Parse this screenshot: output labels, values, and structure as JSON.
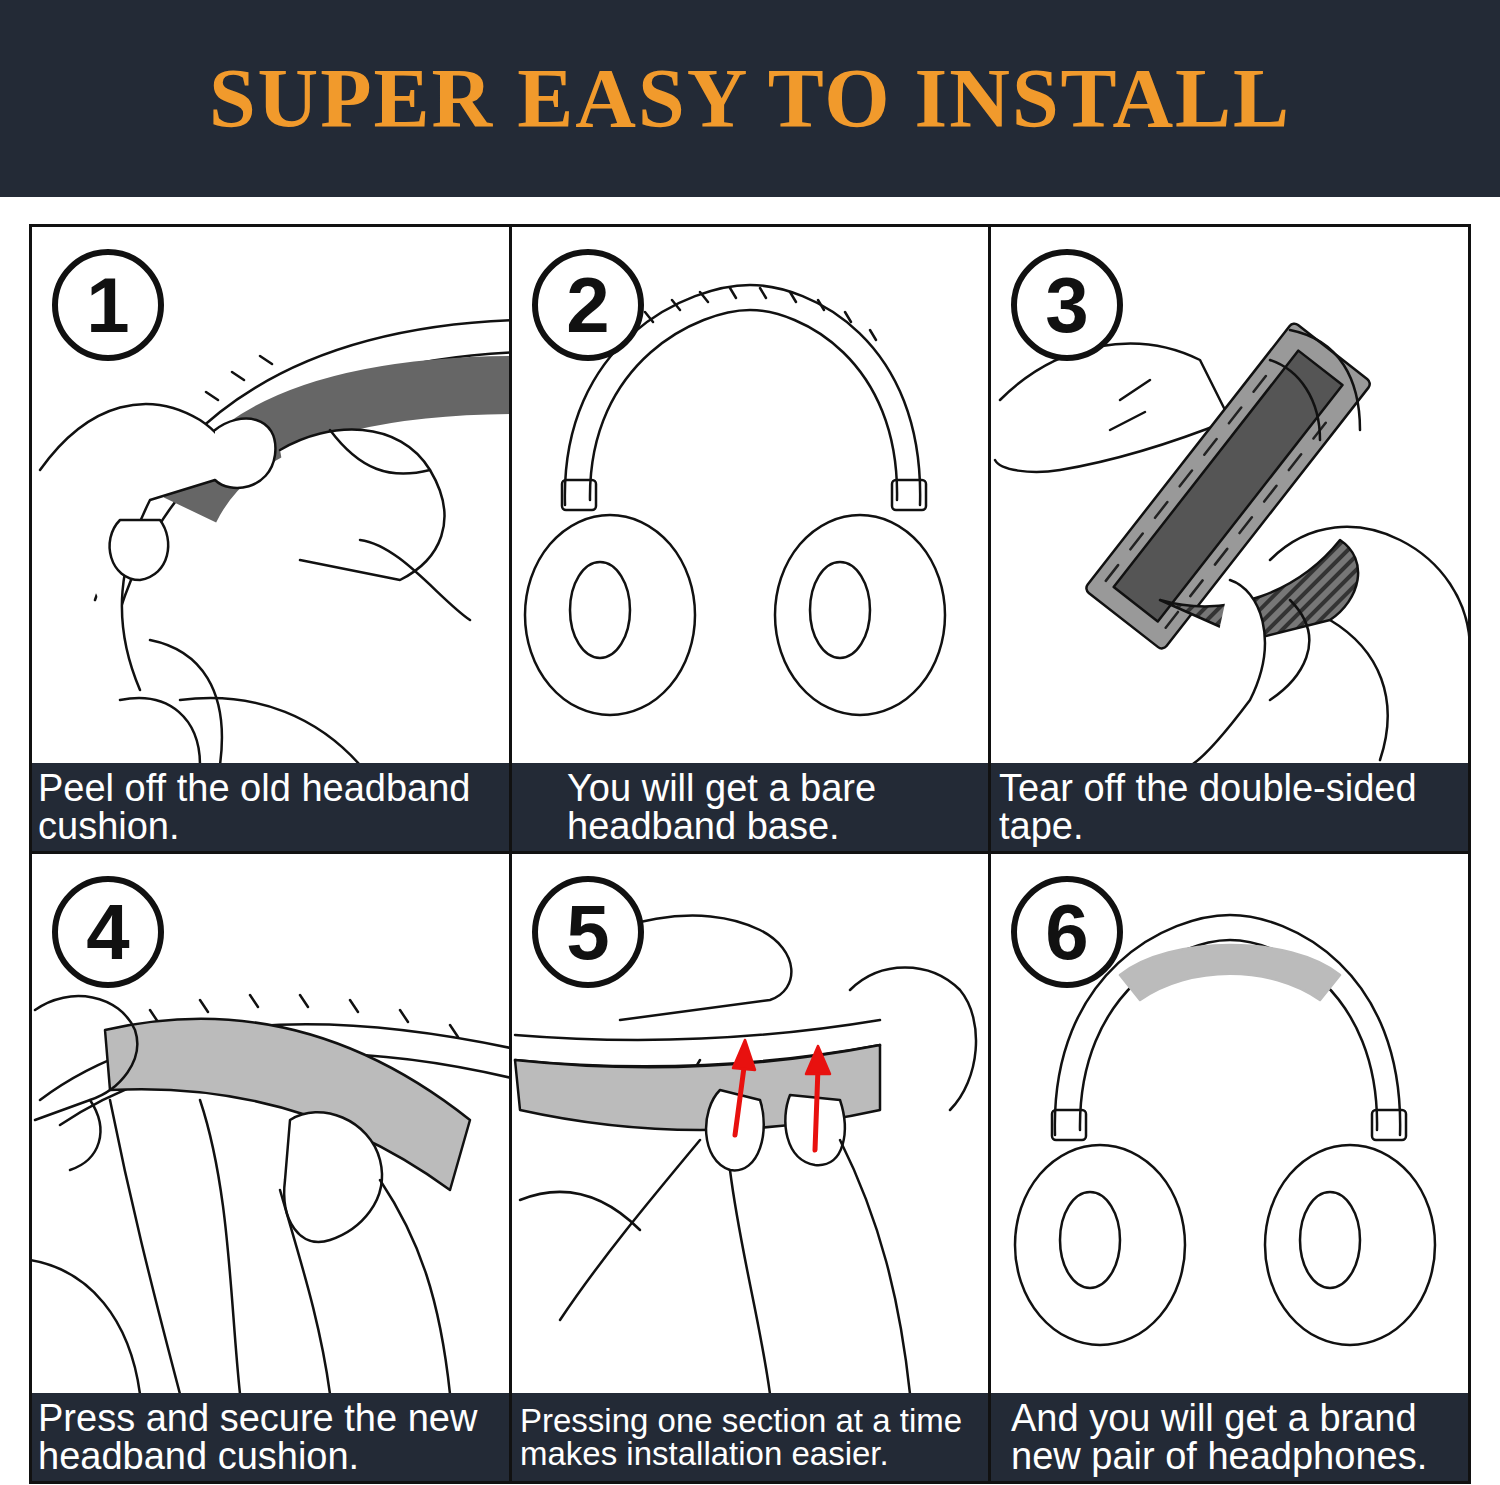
{
  "diagram": {
    "title": "SUPER EASY TO INSTALL",
    "nodes": [
      {
        "text": [
          "Peel off the old headband cushion."
        ]
      },
      {
        "text": [
          "1"
        ],
        "in": 0
      },
      {
        "text": [
          "You will get a bare headband base."
        ]
      },
      {
        "text": [
          "2"
        ],
        "in": 2
      },
      {
        "text": [
          "Tear off the double-sided tape."
        ]
      },
      {
        "text": [
          "3"
        ],
        "in": 4
      },
      {
        "text": [
          "Press and secure the new headband cushion."
        ]
      },
      {
        "text": [
          "4"
        ],
        "in": 6
      },
      {
        "text": [
          "Pressing one section at a time makes installation easier."
        ]
      },
      {
        "text": [
          "5"
        ],
        "in": 8
      },
      {
        "text": [
          "And you will get a brand new pair of headphones."
        ]
      },
      {
        "text": [
          "6"
        ],
        "in": 10
      }
    ]
  }
}
